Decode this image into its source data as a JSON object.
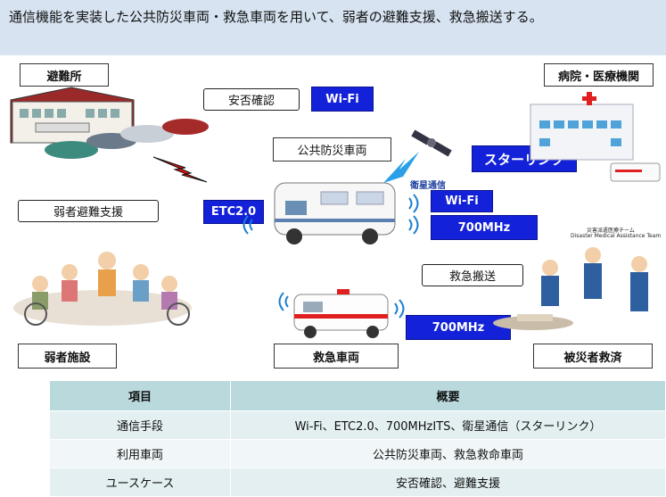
{
  "header": {
    "text": "通信機能を実装した公共防災車両・救急車両を用いて、弱者の避難支援、救急搬送する。"
  },
  "labels": {
    "shelter": "避難所",
    "hospital": "病院・医療機関",
    "vulnerable_support": "弱者避難支援",
    "vulnerable_facility": "弱者施設",
    "ambulance": "救急車両",
    "victim_rescue": "被災者救済",
    "public_vehicle": "公共防災車両"
  },
  "callouts": {
    "safety_check": "安否確認",
    "emergency_transport": "救急搬送"
  },
  "tags": {
    "wifi_shelter": "Wi-Fi",
    "starlink": "スターリンク",
    "etc": "ETC2.0",
    "wifi_vehicle": "Wi-Fi",
    "mhz_vehicle": "700MHz",
    "mhz_ambulance": "700MHz"
  },
  "satellite_label": "衛星通信",
  "dmat_caption": {
    "line1": "災害派遣医療チーム",
    "line2": "Disaster Medical Assistance Team"
  },
  "table": {
    "headers": [
      "項目",
      "概要"
    ],
    "rows": [
      [
        "通信手段",
        "Wi-Fi、ETC2.0、700MHzITS、衛星通信（スターリンク）"
      ],
      [
        "利用車両",
        "公共防災車両、救急救命車両"
      ],
      [
        "ユースケース",
        "安否確認、避難支援"
      ]
    ]
  },
  "colors": {
    "tag_blue": "#1321d8",
    "header_bg": "#d7e3f1",
    "table_header": "#b9d9dd"
  }
}
